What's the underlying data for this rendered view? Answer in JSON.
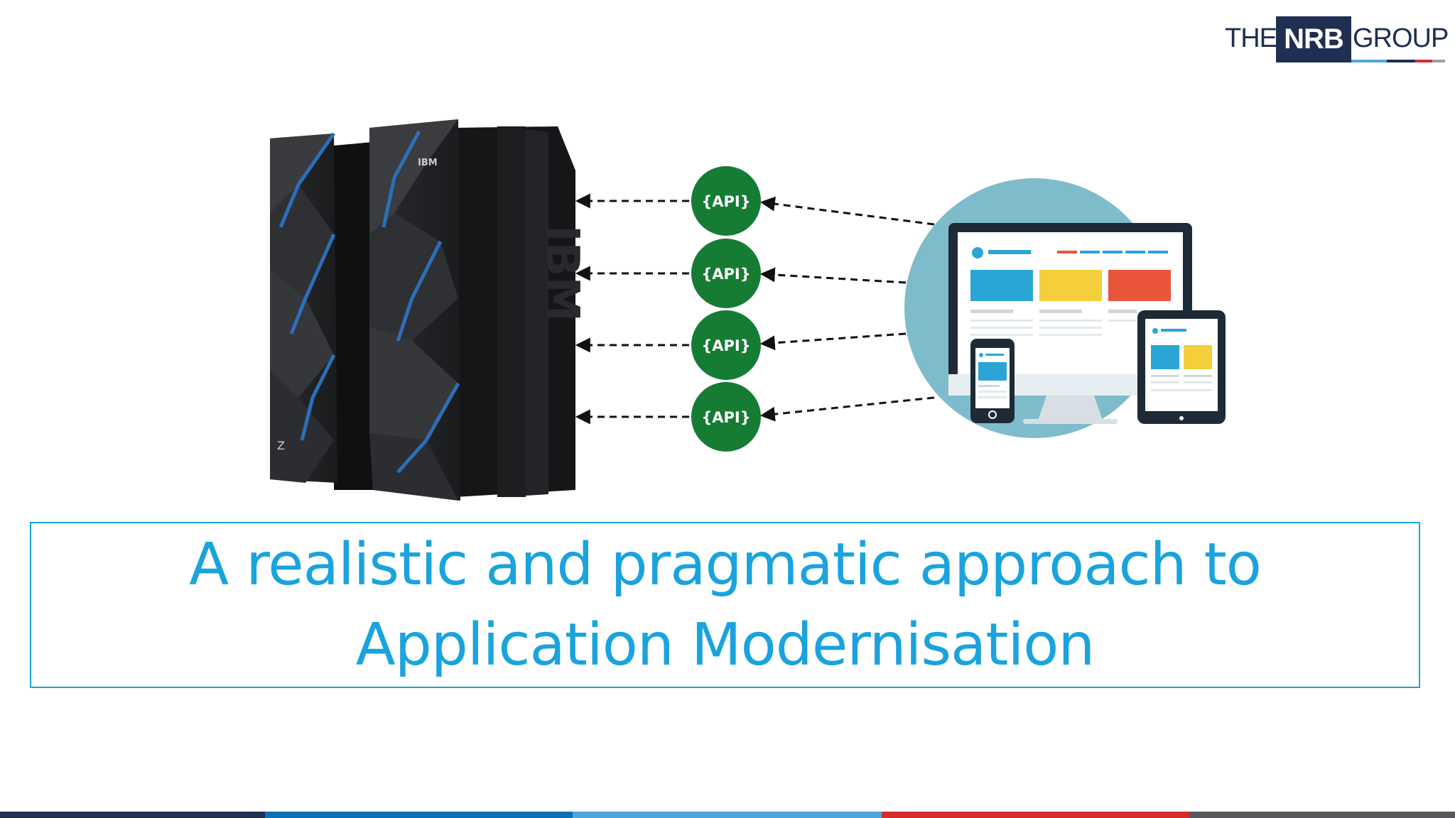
{
  "logo": {
    "the": "THE",
    "nrb": "NRB",
    "group": "GROUP"
  },
  "mainframe": {
    "brand": "IBM",
    "side_brand": "IBM",
    "model_letter": "Z"
  },
  "api_nodes": [
    {
      "label": "{API}"
    },
    {
      "label": "{API}"
    },
    {
      "label": "{API}"
    },
    {
      "label": "{API}"
    }
  ],
  "title": {
    "line1": "A realistic and pragmatic approach to",
    "line2": "Application Modernisation"
  },
  "colors": {
    "accent_blue": "#1aa3dc",
    "navy": "#1f2f52",
    "api_green": "#167c33",
    "circle_bg": "#7fbccb",
    "tile_blue": "#2aa5d6",
    "tile_yellow": "#f4cf3a",
    "tile_red": "#e9553b",
    "bar_navy": "#1f2f52",
    "bar_blue": "#0a72b5",
    "bar_light_blue": "#4ea7db",
    "bar_red": "#d62c2c",
    "bar_gray": "#56585c"
  }
}
